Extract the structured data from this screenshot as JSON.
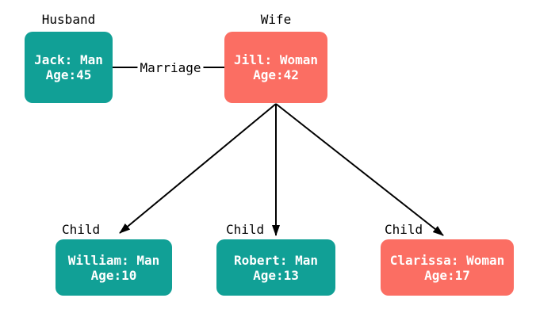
{
  "diagram": {
    "background": "#ffffff",
    "colors": {
      "man": "#11a096",
      "woman": "#fb6e63",
      "edge": "#000000",
      "label_text": "#000000",
      "node_text": "#ffffff"
    },
    "nodes": [
      {
        "id": "husband",
        "label": "Husband",
        "line1": "Jack: Man",
        "line2": "Age:45",
        "gender": "man"
      },
      {
        "id": "wife",
        "label": "Wife",
        "line1": "Jill: Woman",
        "line2": "Age:42",
        "gender": "woman"
      },
      {
        "id": "child-william",
        "label": "Child",
        "line1": "William: Man",
        "line2": "Age:10",
        "gender": "man"
      },
      {
        "id": "child-robert",
        "label": "Child",
        "line1": "Robert: Man",
        "line2": "Age:13",
        "gender": "man"
      },
      {
        "id": "child-clarissa",
        "label": "Child",
        "line1": "Clarissa: Woman",
        "line2": "Age:17",
        "gender": "woman"
      }
    ],
    "edges": [
      {
        "from": "husband",
        "to": "wife",
        "label": "Marriage",
        "type": "line"
      },
      {
        "from": "wife",
        "to": "child-william",
        "label": "",
        "type": "arrow"
      },
      {
        "from": "wife",
        "to": "child-robert",
        "label": "",
        "type": "arrow"
      },
      {
        "from": "wife",
        "to": "child-clarissa",
        "label": "",
        "type": "arrow"
      }
    ]
  }
}
